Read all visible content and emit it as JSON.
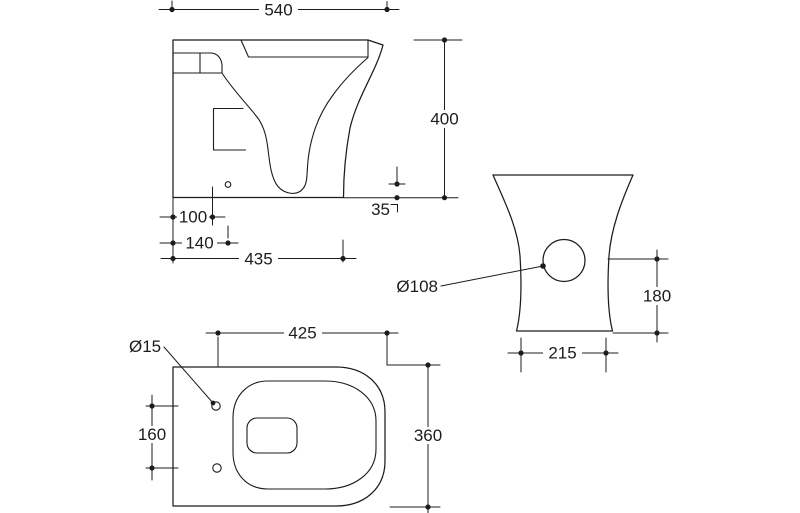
{
  "drawing_type": "toilet-pan-dimension-drawing",
  "colors": {
    "line": "#1c1c1c",
    "background": "#ffffff"
  },
  "views": {
    "side": {
      "dims": {
        "top_width": "540",
        "height": "400",
        "outlet_offset": "35",
        "fixing_offset": "100",
        "fixing_depth": "140",
        "base_depth": "435"
      }
    },
    "rear": {
      "dims": {
        "outlet_diameter": "Ø108",
        "outlet_center_height": "180",
        "base_width": "215"
      }
    },
    "plan": {
      "dims": {
        "fixing_hole_diameter": "Ø15",
        "bowl_depth": "425",
        "fixing_hole_spacing": "160",
        "overall_width": "360"
      }
    }
  }
}
